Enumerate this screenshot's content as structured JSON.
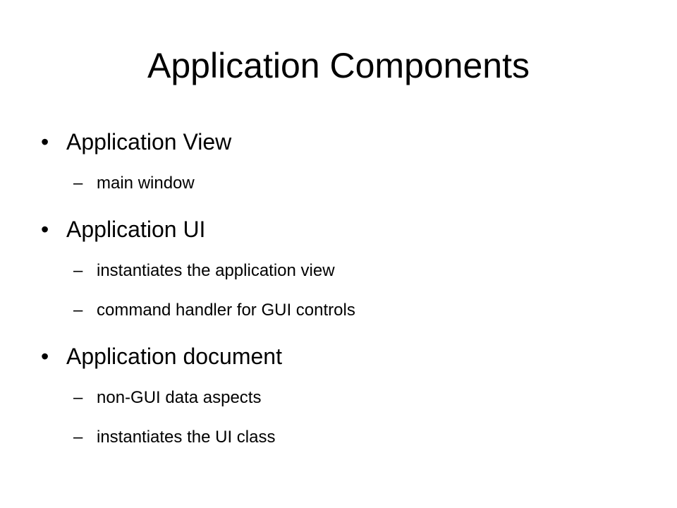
{
  "slide": {
    "title": "Application Components",
    "bullet_glyph": "•",
    "dash_glyph": "–",
    "items": [
      {
        "text": "Application View",
        "subitems": [
          "main window"
        ]
      },
      {
        "text": "Application UI",
        "subitems": [
          "instantiates the application view",
          "command handler for GUI controls"
        ]
      },
      {
        "text": "Application document",
        "subitems": [
          "non-GUI data aspects",
          "instantiates the UI class"
        ]
      }
    ]
  }
}
